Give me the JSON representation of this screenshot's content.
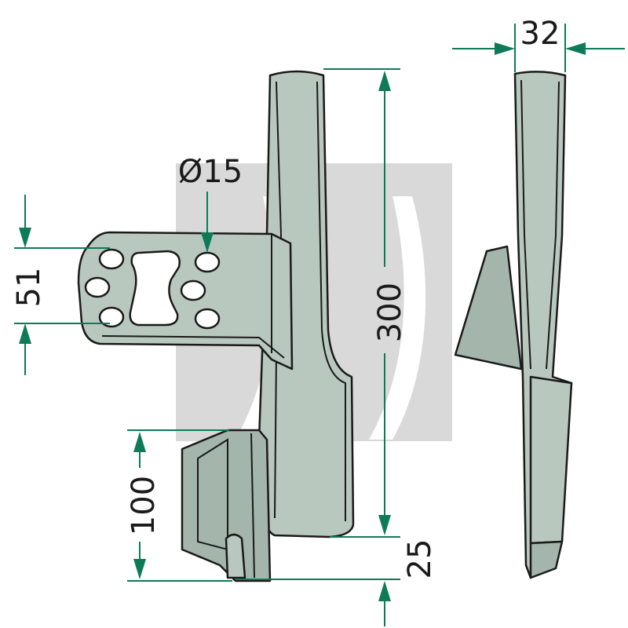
{
  "dimensions": {
    "width_top": "32",
    "hole_diameter": "Ø15",
    "hole_spacing": "51",
    "total_length": "300",
    "offset": "25",
    "lower_height": "100"
  },
  "colors": {
    "dimension_lines": "#0e7a57",
    "part_fill": "#b9c8bf",
    "outline": "#1a1a1a",
    "watermark": "#d9d9d9"
  }
}
